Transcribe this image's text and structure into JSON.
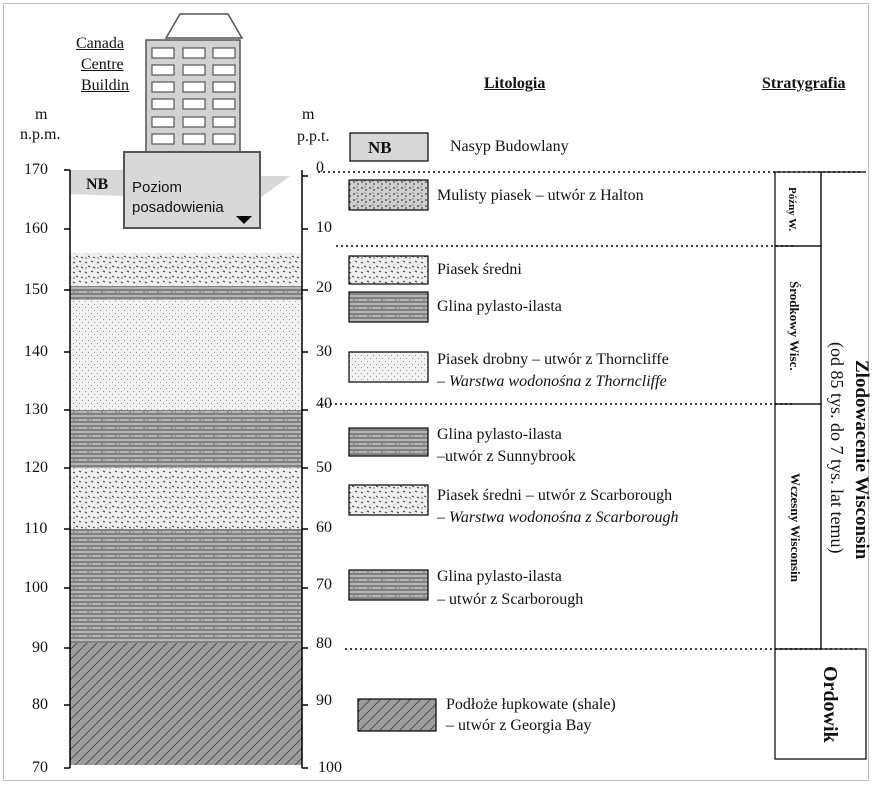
{
  "building": {
    "label_line1": "Canada",
    "label_line2": "Centre",
    "label_line3": "Buildin",
    "foundation_line1": "Poziom",
    "foundation_line2": "posadowienia"
  },
  "axes": {
    "left_unit_1": "m",
    "left_unit_2": "n.p.m.",
    "right_unit_1": "m",
    "right_unit_2": "p.p.t.",
    "left_ticks": [
      "170",
      "160",
      "150",
      "140",
      "130",
      "120",
      "110",
      "100",
      "90",
      "80",
      "70"
    ],
    "right_ticks": [
      "0",
      "10",
      "20",
      "30",
      "40",
      "50",
      "60",
      "70",
      "80",
      "90",
      "100"
    ]
  },
  "column_nb_label": "NB",
  "headers": {
    "lithology": "Litologia",
    "stratigraphy": "Stratygrafia"
  },
  "legend": [
    {
      "swatch_label": "NB",
      "line1": "Nasyp Budowlany",
      "line2": ""
    },
    {
      "swatch_label": "",
      "line1": "Mulisty piasek  – utwór z Halton",
      "line2": ""
    },
    {
      "swatch_label": "",
      "line1": "Piasek średni",
      "line2": ""
    },
    {
      "swatch_label": "",
      "line1": "Glina pylasto-ilasta",
      "line2": ""
    },
    {
      "swatch_label": "",
      "line1": "Piasek drobny – utwór z Thorncliffe",
      "line2": "– Warstwa wodonośna z Thorncliffe"
    },
    {
      "swatch_label": "",
      "line1": "Glina pylasto-ilasta",
      "line2": "–utwór z Sunnybrook"
    },
    {
      "swatch_label": "",
      "line1": "Piasek średni –  utwór z Scarborough",
      "line2": "– Warstwa wodonośna z Scarborough"
    },
    {
      "swatch_label": "",
      "line1": "Glina pylasto-ilasta",
      "line2": "– utwór z Scarborough"
    },
    {
      "swatch_label": "",
      "line1": "Podłoże łupkowate (shale)",
      "line2": "– utwór z Georgia Bay"
    }
  ],
  "stratigraphy": {
    "late": "Późny W.",
    "middle": "Środkowy Wisc.",
    "early": "Wczesny Wisconsin",
    "glaciation_title": "Zlodowacenie Wisconsin",
    "glaciation_age": "(od 85 tys. do 7 tys. lat temu)",
    "ordovician": "Ordowik"
  },
  "colors": {
    "sand_fill": "#ececec",
    "clay_fill": "#b8b8b8",
    "shale_fill": "#999999",
    "fine_sand_fill": "#f2f2f2",
    "nb_fill": "#d8d8d8"
  }
}
